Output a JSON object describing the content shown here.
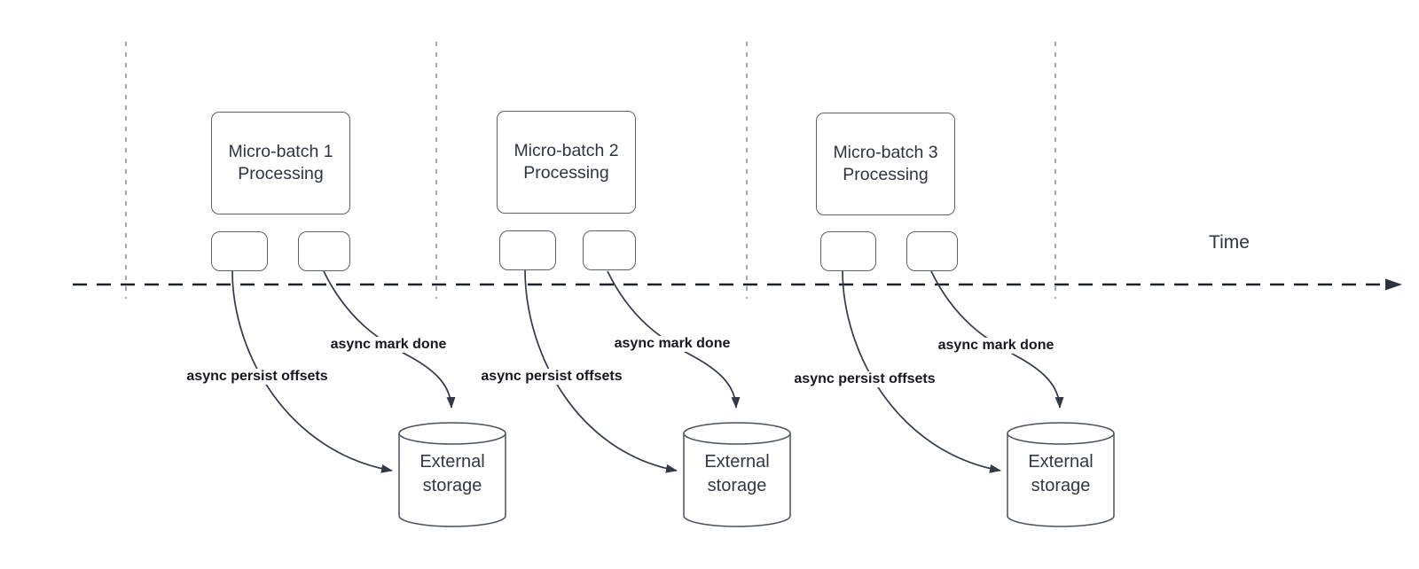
{
  "diagram": {
    "time_label": "Time",
    "groups": [
      {
        "title_line1": "Micro-batch 1",
        "title_line2": "Processing",
        "persist_label": "async persist offsets",
        "done_label": "async mark done",
        "storage_line1": "External",
        "storage_line2": "storage"
      },
      {
        "title_line1": "Micro-batch 2",
        "title_line2": "Processing",
        "persist_label": "async persist offsets",
        "done_label": "async mark done",
        "storage_line1": "External",
        "storage_line2": "storage"
      },
      {
        "title_line1": "Micro-batch 3",
        "title_line2": "Processing",
        "persist_label": "async persist offsets",
        "done_label": "async mark done",
        "storage_line1": "External",
        "storage_line2": "storage"
      }
    ],
    "colors": {
      "shape_stroke": "#5a616c",
      "curve_stroke": "#333a47",
      "timeline_stroke": "#1d2129",
      "guide_line": "#9aa0a6",
      "bold_label_text": "#16181d",
      "box_text": "#2e343e"
    }
  }
}
